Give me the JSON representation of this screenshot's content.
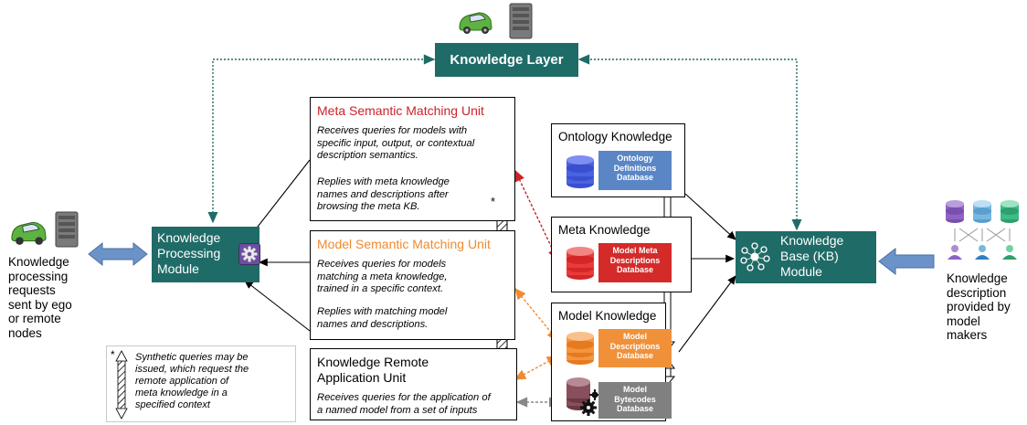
{
  "knowledge_layer": {
    "label": "Knowledge Layer"
  },
  "kpm": {
    "label": "Knowledge\nProcessing\nModule"
  },
  "kb_module": {
    "label": "Knowledge\nBase (KB)\nModule"
  },
  "left_caption": "Knowledge\nprocessing\nrequests\nsent by ego\nor remote\nnodes",
  "right_caption": "Knowledge\ndescription\nprovided by\nmodel\nmakers",
  "meta_unit": {
    "title": "Meta Semantic Matching Unit",
    "text1": "Receives queries for models with\nspecific input, output, or contextual\ndescription semantics.",
    "text2": "Replies with meta knowledge\nnames and descriptions after\nbrowsing the meta KB."
  },
  "model_unit": {
    "title": "Model Semantic Matching Unit",
    "text1": "Receives queries for models\nmatching a meta knowledge,\ntrained in a specific context.",
    "text2": "Replies with matching model\nnames and descriptions."
  },
  "remote_unit": {
    "title": "Knowledge Remote\nApplication Unit",
    "text1": "Receives queries for the application of\na named model from a set of inputs"
  },
  "ontology": {
    "title": "Ontology Knowledge",
    "db": "Ontology\nDefinitions\nDatabase"
  },
  "meta_knowledge": {
    "title": "Meta Knowledge",
    "db": "Model Meta\nDescriptions\nDatabase"
  },
  "model_knowledge": {
    "title": "Model Knowledge",
    "db1": "Model\nDescriptions\nDatabase",
    "db2": "Model\nBytecodes\nDatabase"
  },
  "footnote": {
    "star": "*",
    "text": "Synthetic queries may be\nissued, which request the\nremote application of\nmeta knowledge in a\nspecified context"
  },
  "asterisk": "*",
  "colors": {
    "teal": "#1f6b67",
    "red": "#cc2229",
    "orange": "#f08a30",
    "blue_db": "#4a6fd1",
    "tag_blue": "#5b86c5",
    "tag_red": "#d42a2a",
    "tag_orange": "#f0913a",
    "tag_gray": "#808080",
    "arrow_blue": "#6c93c9"
  },
  "icons": [
    "car-icon",
    "server-icon",
    "gear-icon",
    "network-icon",
    "database-icon",
    "people-icon"
  ]
}
